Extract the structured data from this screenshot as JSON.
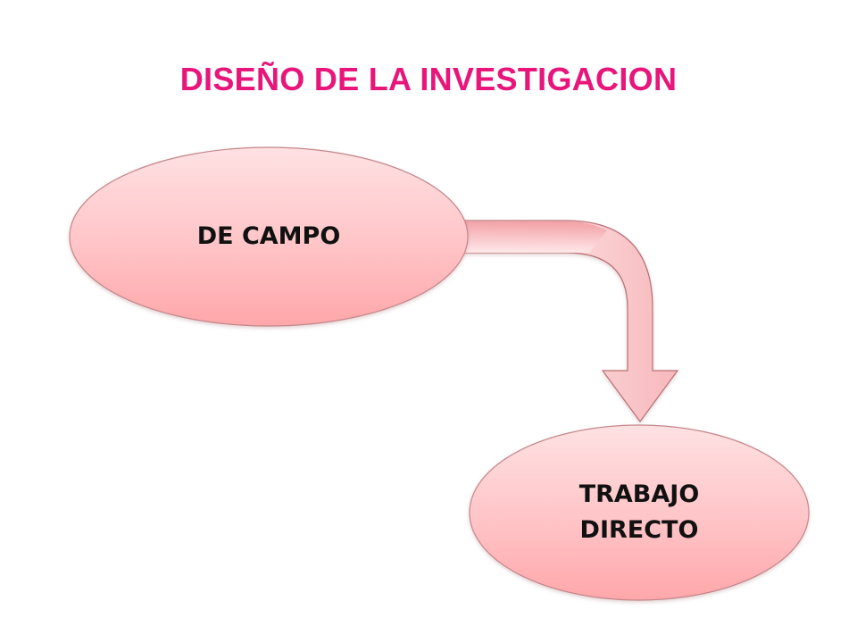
{
  "title": "DISEÑO DE LA INVESTIGACION",
  "nodes": {
    "campo": {
      "label": "DE CAMPO"
    },
    "trabajo": {
      "line1": "TRABAJO",
      "line2": "DIRECTO"
    }
  },
  "colors": {
    "title": "#e8157a",
    "node_fill_light": "#ffe1e3",
    "node_fill_dark": "#ffa7aa",
    "node_stroke": "#c4878b",
    "arrow_fill_light": "#ffffff",
    "arrow_fill_dark": "#f29aa0",
    "arrow_stroke": "#b86f74",
    "text": "#111111"
  }
}
